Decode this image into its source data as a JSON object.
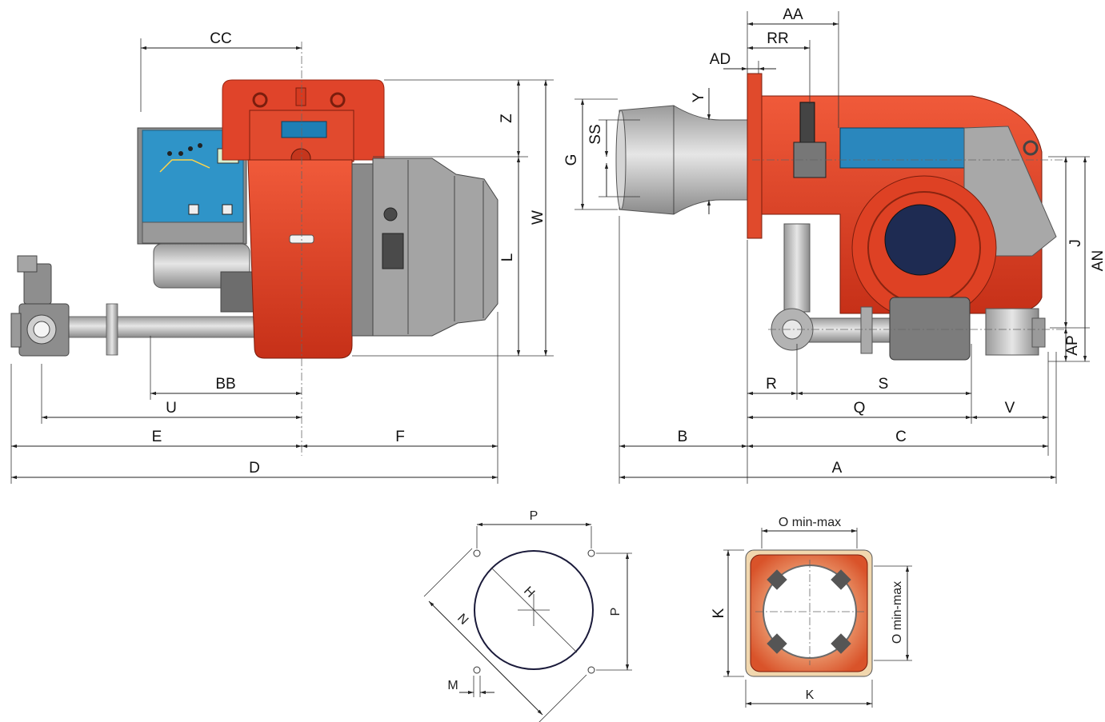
{
  "colors": {
    "body_red": "#e0442a",
    "body_red_dark": "#b52a14",
    "steel_grey": "#b8b8b8",
    "steel_dark": "#7d7d7d",
    "panel_blue": "#2c8bc0",
    "window_blue": "#1e7fb5",
    "flange_orange": "#e27a3c"
  },
  "dims": {
    "CC": "CC",
    "Z": "Z",
    "W": "W",
    "L": "L",
    "BB": "BB",
    "U": "U",
    "E": "E",
    "F": "F",
    "D": "D",
    "AA": "AA",
    "RR": "RR",
    "AD": "AD",
    "Y": "Y",
    "SS": "SS",
    "G": "G",
    "J": "J",
    "AN": "AN",
    "AP": "AP",
    "R": "R",
    "S": "S",
    "Q": "Q",
    "V": "V",
    "B": "B",
    "C": "C",
    "A": "A",
    "P_top": "P",
    "P_side": "P",
    "H": "H",
    "N": "N",
    "M": "M",
    "O_top": "O min-max",
    "O_side": "O min-max",
    "K_side": "K",
    "K_bottom": "K"
  }
}
